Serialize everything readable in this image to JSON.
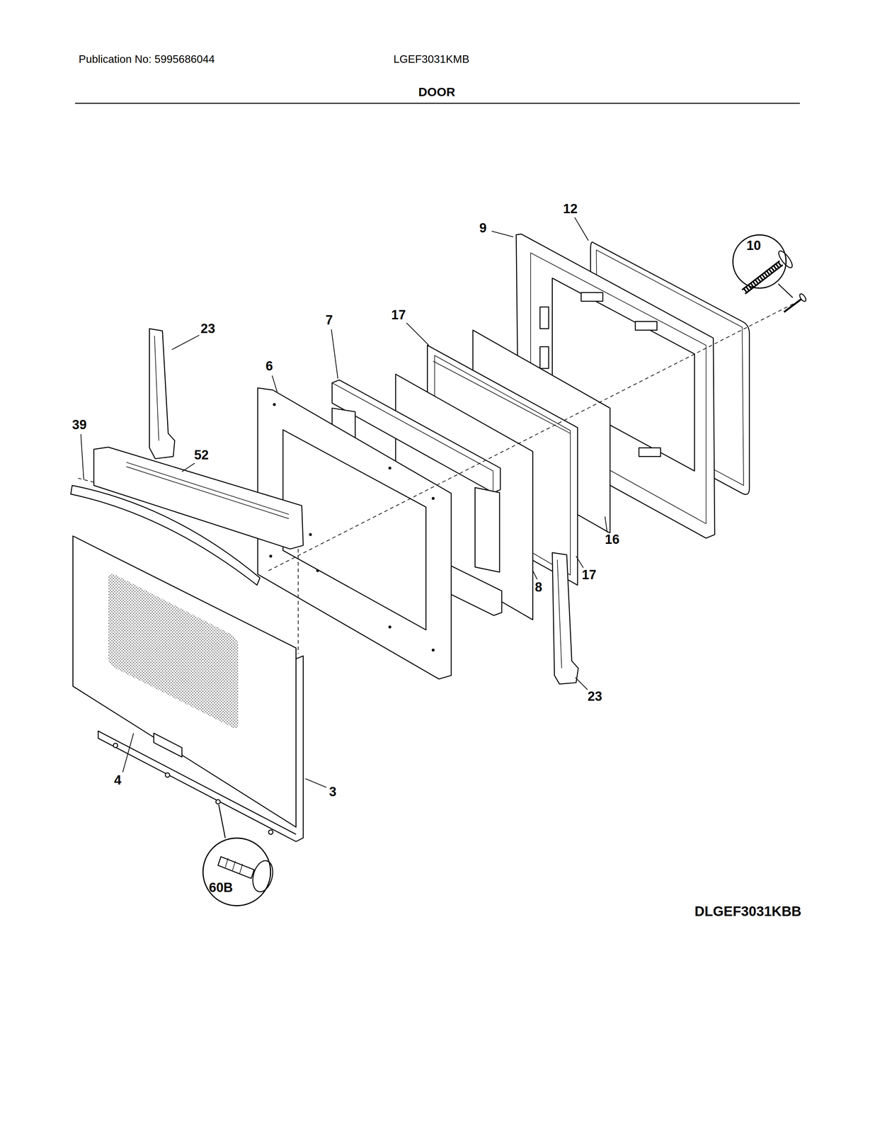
{
  "diagram": {
    "title": "DOOR",
    "nodes": [
      {
        "text": [
          "10"
        ]
      },
      {
        "text": [
          "60B"
        ]
      }
    ],
    "labels": [
      "Publication No: 5995686044",
      "LGEF3031KMB",
      "12",
      "9",
      "23",
      "7",
      "17",
      "6",
      "39",
      "52",
      "16",
      "17",
      "8",
      "23",
      "4",
      "3",
      "DLGEF3031KBB"
    ]
  }
}
